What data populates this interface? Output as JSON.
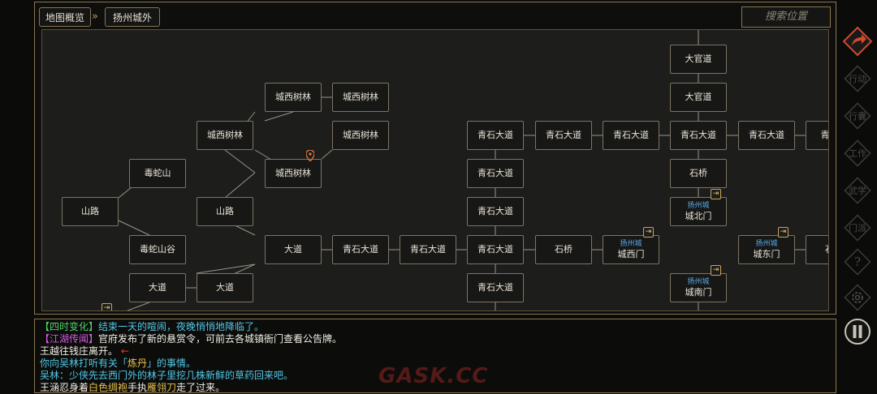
{
  "breadcrumb": {
    "root": "地图概览",
    "separator": "»",
    "current": "扬州城外"
  },
  "search": {
    "placeholder": "搜索位置"
  },
  "nodes": [
    {
      "label": "大官道"
    },
    {
      "label": "大官道"
    },
    {
      "label": "城西树林"
    },
    {
      "label": "城西树林"
    },
    {
      "label": "城西树林"
    },
    {
      "label": "城西树林"
    },
    {
      "label": "城西树林"
    },
    {
      "label": "青石大道"
    },
    {
      "label": "青石大道"
    },
    {
      "label": "青石大道"
    },
    {
      "label": "青石大道"
    },
    {
      "label": "青石大道"
    },
    {
      "label": "青石大"
    },
    {
      "label": "毒蛇山"
    },
    {
      "label": "青石大道"
    },
    {
      "label": "石桥"
    },
    {
      "label": "山路"
    },
    {
      "label": "山路"
    },
    {
      "label": "青石大道"
    },
    {
      "label": "城北门",
      "sub": "扬州城"
    },
    {
      "label": "毒蛇山谷"
    },
    {
      "label": "大道"
    },
    {
      "label": "青石大道"
    },
    {
      "label": "青石大道"
    },
    {
      "label": "青石大道"
    },
    {
      "label": "石桥"
    },
    {
      "label": "城西门",
      "sub": "扬州城"
    },
    {
      "label": "城东门",
      "sub": "扬州城"
    },
    {
      "label": "石桥"
    },
    {
      "label": "大道"
    },
    {
      "label": "大道"
    },
    {
      "label": "青石大道"
    },
    {
      "label": "城南门",
      "sub": "扬州城"
    }
  ],
  "log": {
    "line1": {
      "tag": "【四时变化】",
      "text": "结束一天的喧闹，夜晚悄悄地降临了。"
    },
    "line2": {
      "tag": "【江湖传闻】",
      "text": "官府发布了新的悬赏令，可前去各城镇衙门查看公告牌。"
    },
    "line3": {
      "text": "王越往钱庄离开。",
      "arrow": "←"
    },
    "line4": {
      "pre": "你向吴林打听有关「",
      "item": "炼丹",
      "post": "」的事情。"
    },
    "line5": {
      "text": "吴林：少侠先去西门外的林子里挖几株新鲜的草药回来吧。"
    },
    "line6": {
      "pre": "王涵忍身着",
      "item1": "白色绸袍",
      "mid": "手执",
      "item2": "雁翎刀",
      "post": "走了过来。"
    }
  },
  "sidebar": {
    "items": [
      {
        "label": "行动"
      },
      {
        "label": "行囊"
      },
      {
        "label": "工作"
      },
      {
        "label": "武学"
      },
      {
        "label": "门派"
      },
      {
        "label": "?"
      }
    ]
  },
  "watermark": "GASK.CC",
  "colors": {
    "border_gold": "#8a7650",
    "highlight_cyan": "#51c8e6",
    "tag_green": "#4fd36a",
    "tag_purple": "#d65ce0",
    "item_gold": "#e8c24d"
  }
}
